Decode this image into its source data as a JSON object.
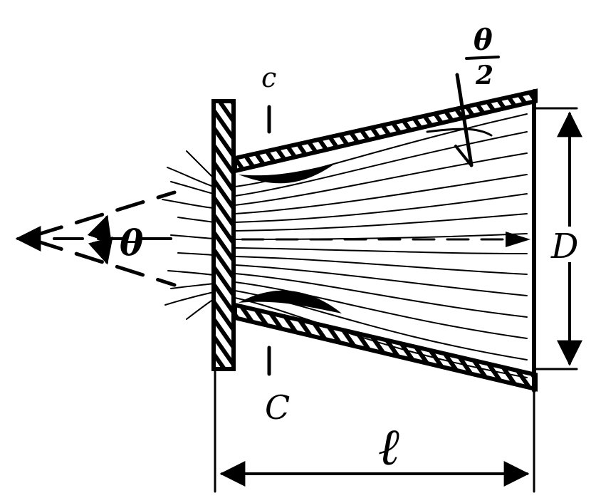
{
  "labels": {
    "section_top": "c",
    "section_bottom": "C",
    "angle_left": "θ",
    "half_angle_num": "θ",
    "half_angle_den": "2",
    "diameter": "D",
    "length": "ℓ"
  },
  "colors": {
    "ink": "#000000",
    "paper": "#ffffff"
  }
}
